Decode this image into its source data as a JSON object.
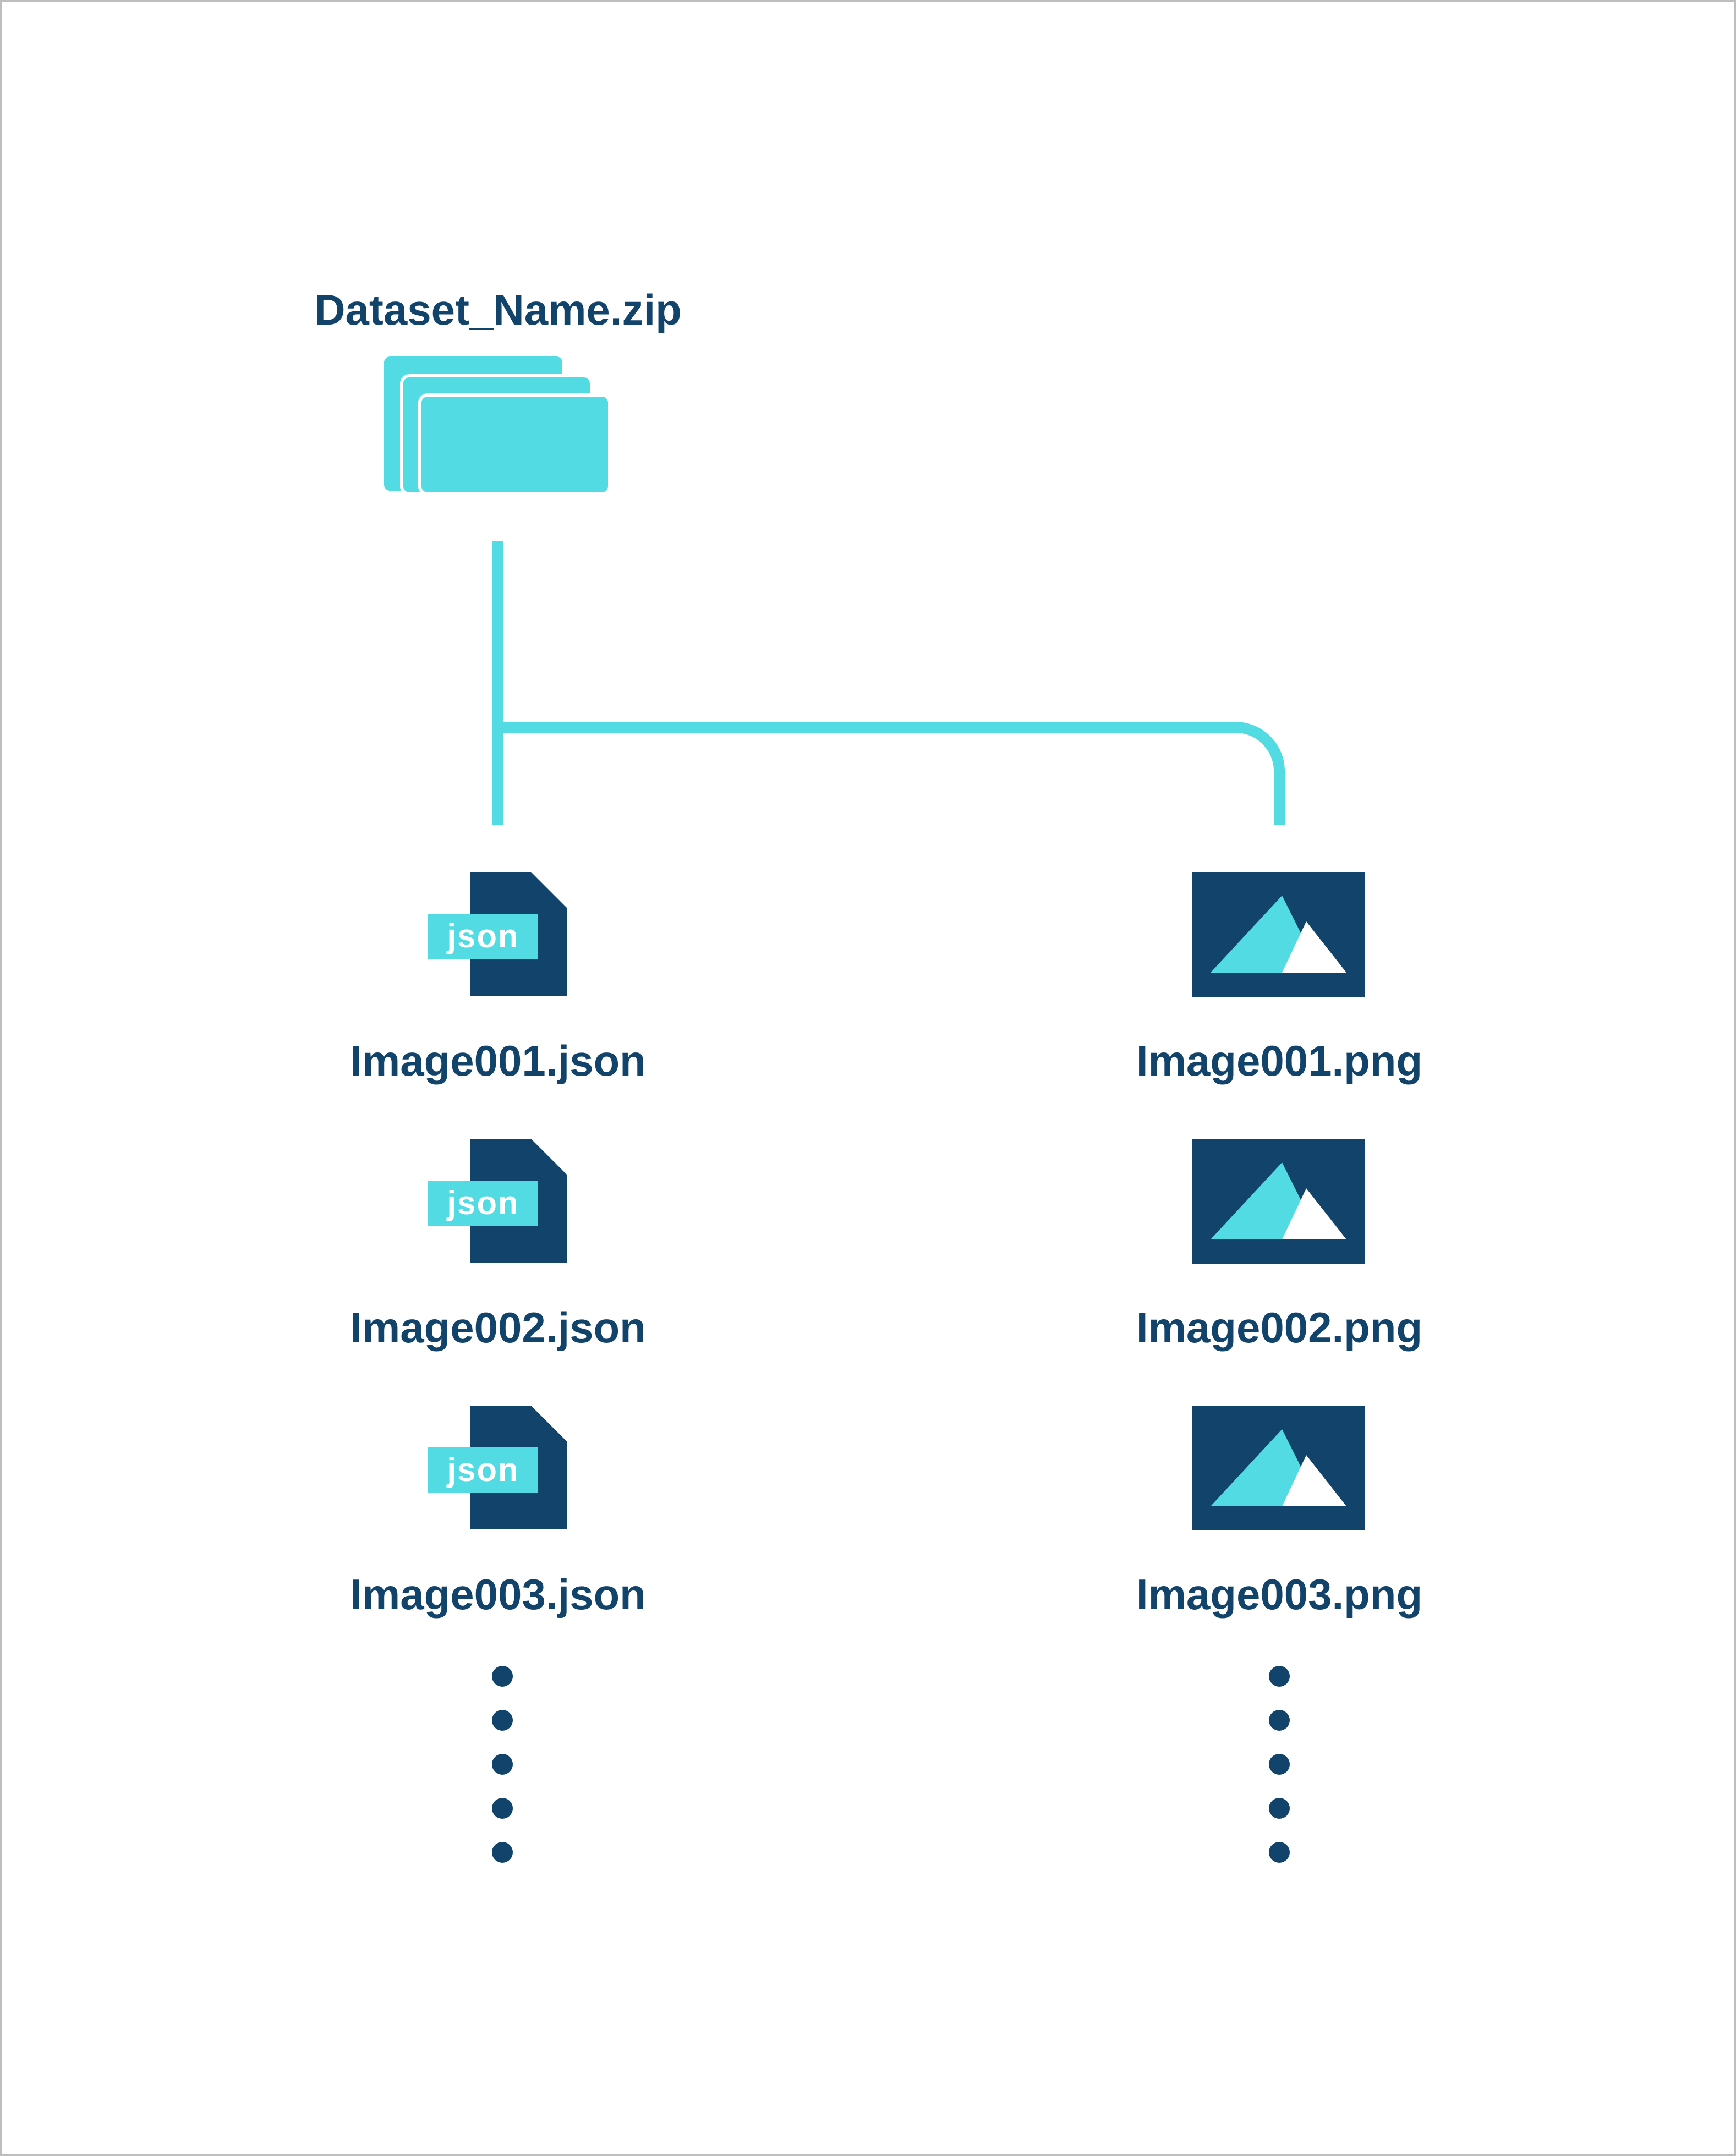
{
  "archive": {
    "name": "Dataset_Name.zip",
    "icon": "folder-stack-icon"
  },
  "json_files": {
    "badge": "json",
    "icon": "json-file-icon",
    "items": [
      "Image001.json",
      "Image002.json",
      "Image003.json"
    ]
  },
  "png_files": {
    "icon": "image-file-icon",
    "items": [
      "Image001.png",
      "Image002.png",
      "Image003.png"
    ]
  },
  "colors": {
    "navy": "#12446b",
    "cyan": "#52dbe2",
    "white": "#ffffff",
    "frame": "#bdbdbd"
  }
}
